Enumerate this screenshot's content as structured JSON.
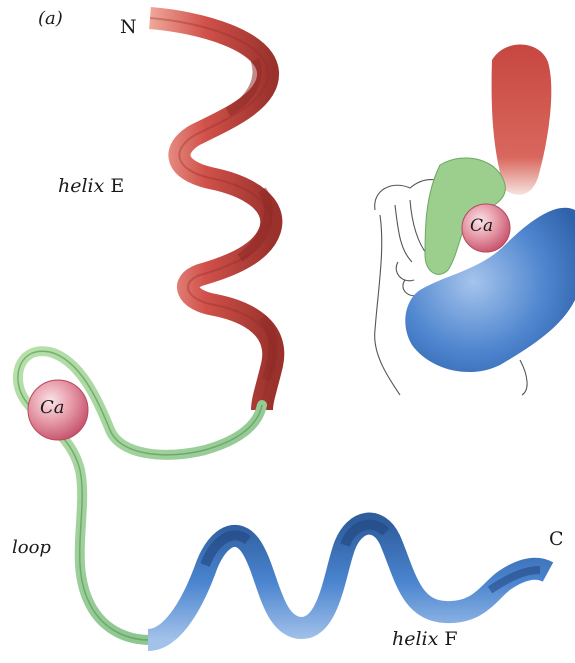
{
  "labels": {
    "panel": "(a)",
    "n_terminus": "N",
    "c_terminus": "C",
    "helix_e_word": "helix",
    "helix_e_letter": "E",
    "helix_f_word": "helix",
    "helix_f_letter": "F",
    "loop": "loop",
    "calcium_main": "Ca",
    "calcium_inset": "Ca"
  },
  "colors": {
    "helix_e": "#cf4a42",
    "helix_e_dark": "#8e2a26",
    "helix_e_light": "#f3b1a6",
    "loop": "#9fd08f",
    "loop_dark": "#5c9a55",
    "helix_f": "#3f78c4",
    "helix_f_dark": "#22467f",
    "helix_f_light": "#a9c6ea",
    "calcium": "#d9677c",
    "calcium_light": "#f6c6cf",
    "outline": "#444444"
  },
  "icons": {
    "hand": "hand-outline-icon",
    "calcium_ion": "calcium-sphere-icon"
  }
}
